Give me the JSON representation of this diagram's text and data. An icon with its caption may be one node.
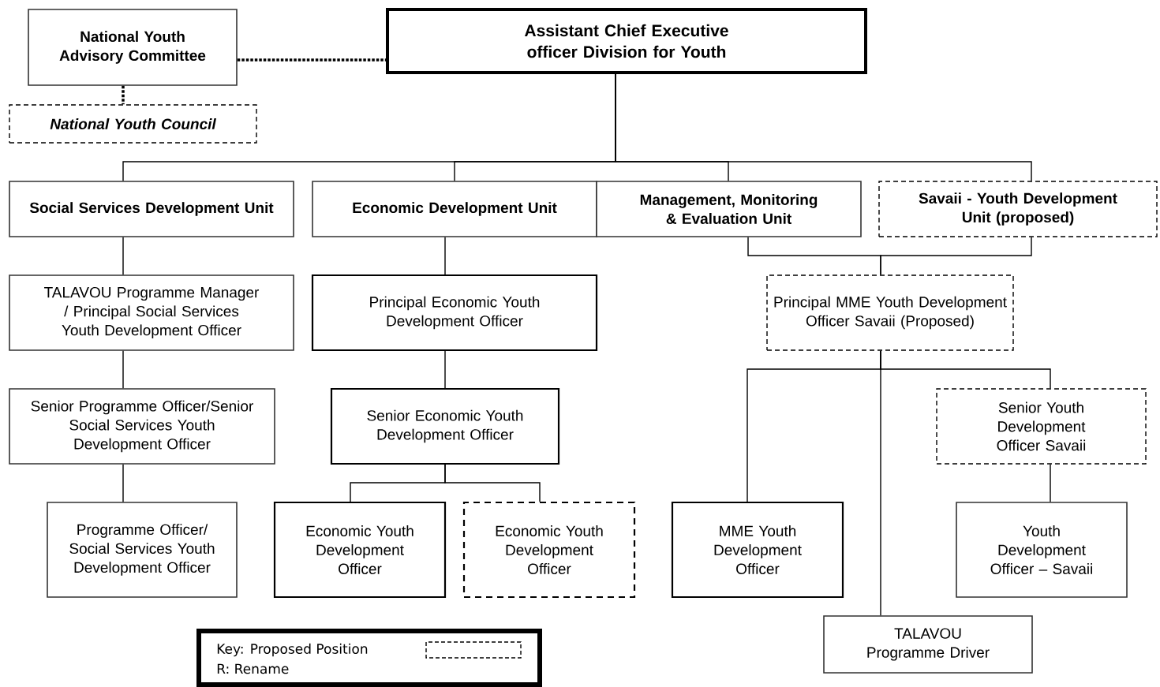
{
  "diagram": {
    "nodes": [
      {
        "text": [
          "National Youth Advisory Committee"
        ]
      },
      {
        "text": [
          "Assistant Chief Executive officer Division for Youth"
        ]
      },
      {
        "text": [
          "National Youth Council"
        ]
      },
      {
        "text": [
          "Social Services Development Unit"
        ]
      },
      {
        "text": [
          "Economic Development Unit"
        ]
      },
      {
        "text": [
          "Management, Monitoring & Evaluation Unit"
        ]
      },
      {
        "text": [
          "Savaii - Youth Development Unit (proposed)"
        ]
      },
      {
        "text": [
          "TALAVOU Programme Manager / Principal Social Services Youth Development Officer"
        ]
      },
      {
        "text": [
          "Principal Economic Youth Development Officer"
        ]
      },
      {
        "text": [
          "Principal MME Youth Development Officer Savaii (Proposed)"
        ]
      },
      {
        "text": [
          "Senior Programme Officer/Senior Social Services Youth Development Officer"
        ]
      },
      {
        "text": [
          "Senior Economic Youth Development Officer"
        ]
      },
      {
        "text": [
          "Senior Youth Development Officer Savaii"
        ]
      },
      {
        "text": [
          "Programme Officer/ Social Services Youth Development Officer"
        ]
      },
      {
        "text": [
          "Economic Youth Development Officer"
        ]
      },
      {
        "text": [
          "Economic Youth Development Officer"
        ]
      },
      {
        "text": [
          "MME Youth Development Officer"
        ]
      },
      {
        "text": [
          "Youth Development Officer – Savaii"
        ]
      },
      {
        "text": [
          "TALAVOU Programme Driver"
        ]
      }
    ],
    "edges": [
      {
        "from": 0,
        "to": 1,
        "arrow": "none",
        "style": "dashed"
      },
      {
        "from": 0,
        "to": 2,
        "arrow": "none",
        "style": "dashed"
      },
      {
        "from": 1,
        "to": 3,
        "arrow": "none"
      },
      {
        "from": 1,
        "to": 4,
        "arrow": "none"
      },
      {
        "from": 1,
        "to": 5,
        "arrow": "none"
      },
      {
        "from": 1,
        "to": 6,
        "arrow": "none"
      },
      {
        "from": 3,
        "to": 7,
        "arrow": "none"
      },
      {
        "from": 7,
        "to": 10,
        "arrow": "none"
      },
      {
        "from": 10,
        "to": 13,
        "arrow": "none"
      },
      {
        "from": 4,
        "to": 8,
        "arrow": "none"
      },
      {
        "from": 8,
        "to": 11,
        "arrow": "none"
      },
      {
        "from": 11,
        "to": 14,
        "arrow": "none"
      },
      {
        "from": 11,
        "to": 15,
        "arrow": "none"
      },
      {
        "from": 5,
        "to": 9,
        "arrow": "none"
      },
      {
        "from": 6,
        "to": 9,
        "arrow": "none"
      },
      {
        "from": 9,
        "to": 16,
        "arrow": "none"
      },
      {
        "from": 9,
        "to": 18,
        "arrow": "none"
      },
      {
        "from": 9,
        "to": 12,
        "arrow": "none"
      },
      {
        "from": 12,
        "to": 17,
        "arrow": "none"
      }
    ],
    "labels": [
      "R: Rename"
    ],
    "legend": [
      {
        "text": "Key: Proposed Position"
      }
    ]
  }
}
